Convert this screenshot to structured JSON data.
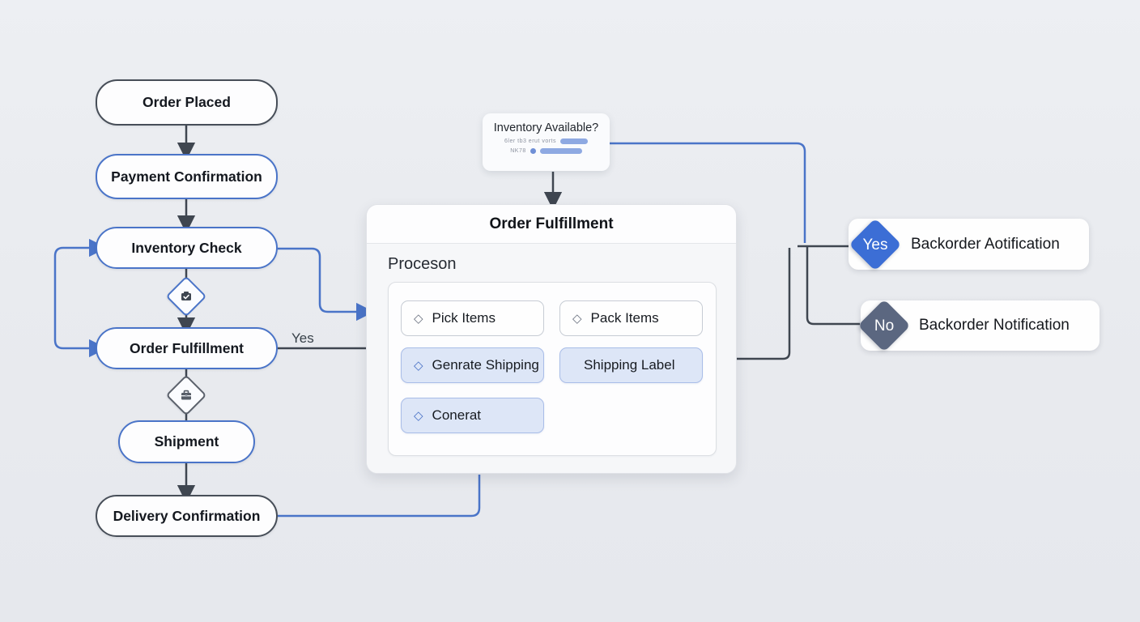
{
  "flow": {
    "nodes": [
      {
        "label": "Order Placed"
      },
      {
        "label": "Payment Confirmation"
      },
      {
        "label": "Inventory Check"
      },
      {
        "label": "Order Fulfillment"
      },
      {
        "label": "Shipment"
      },
      {
        "label": "Delivery Confirmation"
      }
    ],
    "yes_edge_label": "Yes"
  },
  "tooltip": {
    "title": "Inventory Available?",
    "rows": [
      {
        "text": "6ler tb3 erut vorts"
      },
      {
        "text": "NK78"
      }
    ]
  },
  "panel": {
    "title": "Order Fulfillment",
    "section_label": "Proceson",
    "buttons": [
      {
        "label": "Pick Items"
      },
      {
        "label": "Pack Items"
      },
      {
        "label": "Genrate Shipping"
      },
      {
        "label": "Shipping Label"
      },
      {
        "label": "Conerat"
      }
    ]
  },
  "decisions": [
    {
      "badge": "Yes",
      "label": "Backorder Aotification"
    },
    {
      "badge": "No",
      "label": "Backorder Notification"
    }
  ],
  "colors": {
    "connector_dark": "#3f4650",
    "connector_blue": "#4a74c8",
    "yes_diamond": "#3c6ed5",
    "no_diamond": "#5b6780",
    "process_button_bg": "#dde6f7"
  }
}
